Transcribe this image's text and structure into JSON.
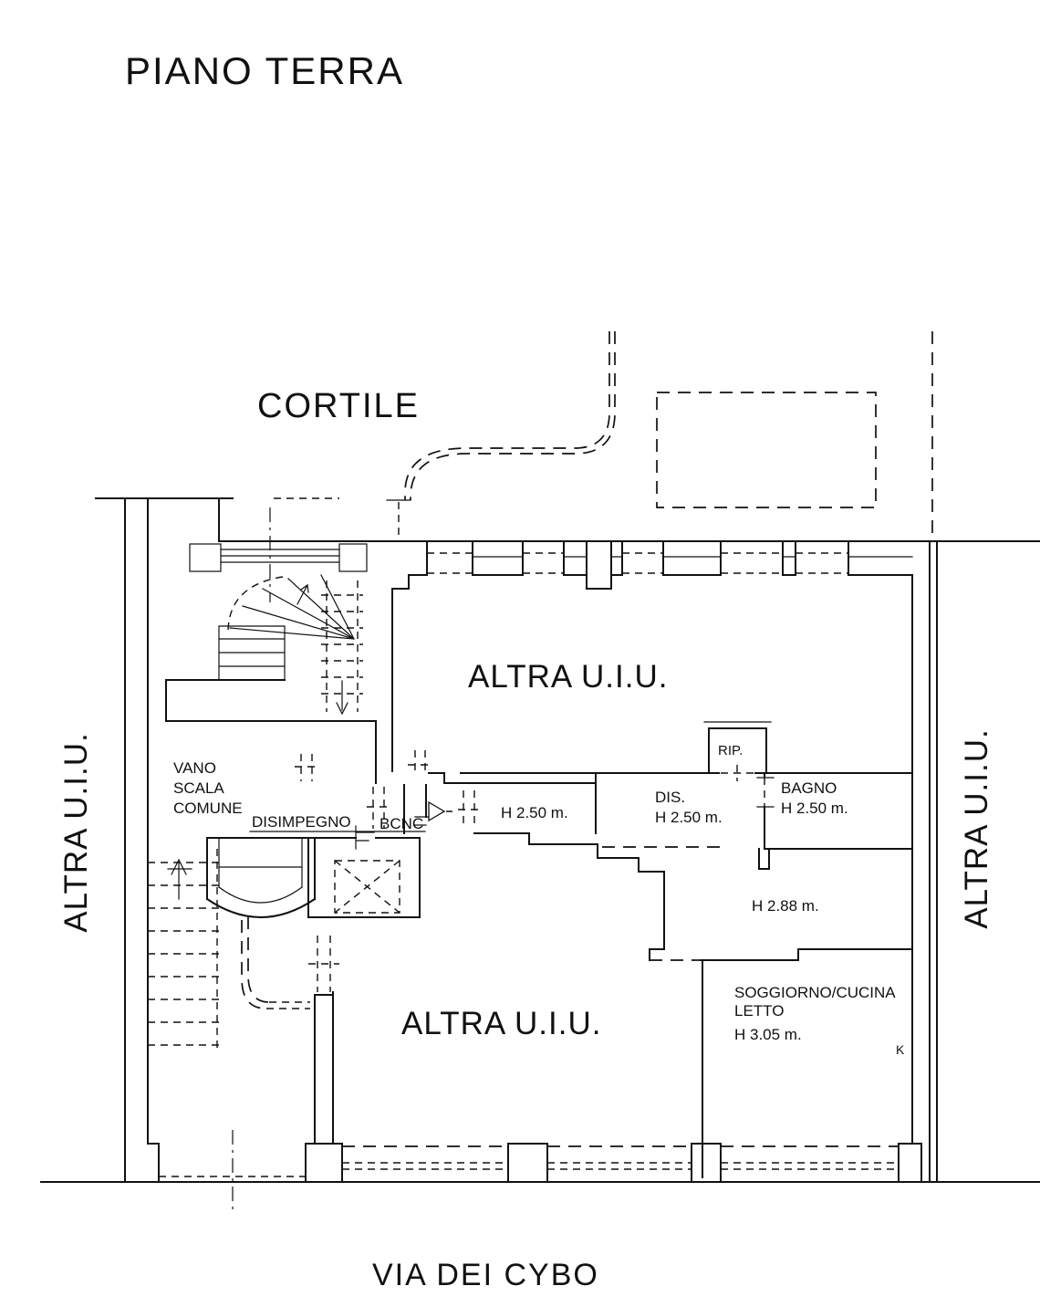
{
  "title": "PIANO TERRA",
  "courtyard_label": "CORTILE",
  "street_label": "VIA DEI CYBO",
  "unit_labels": {
    "top_room": "ALTRA U.I.U.",
    "bottom_room": "ALTRA U.I.U.",
    "left_building": "ALTRA U.I.U.",
    "right_building": "ALTRA U.I.U."
  },
  "rooms": {
    "stairwell": {
      "line1": "VANO",
      "line2": "SCALA",
      "line3": "COMUNE"
    },
    "hallway": {
      "label": "DISIMPEGNO"
    },
    "bcnc": {
      "label": "BCNC"
    },
    "corridor": {
      "height": "H 2.50 m."
    },
    "dis": {
      "label": "DIS.",
      "height": "H 2.50 m."
    },
    "rip": {
      "label": "RIP."
    },
    "bagno": {
      "label": "BAGNO",
      "height": "H 2.50 m."
    },
    "h288_room": {
      "height": "H 2.88 m."
    },
    "soggiorno": {
      "line1": "SOGGIORNO/CUCINA",
      "line2": "LETTO",
      "height": "H 3.05 m.",
      "kitchen_marker": "K"
    }
  },
  "colors": {
    "ink": "#111111",
    "background": "#ffffff"
  }
}
